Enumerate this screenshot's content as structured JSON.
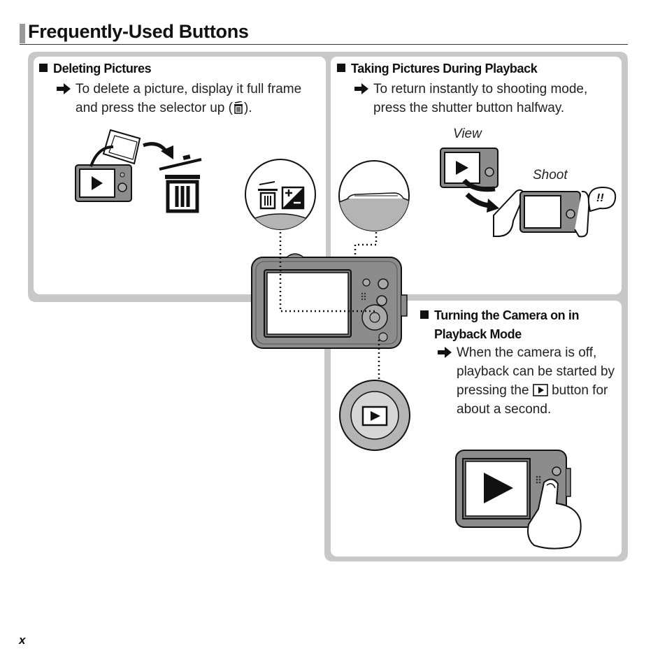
{
  "page": {
    "title": "Frequently-Used Buttons",
    "page_number": "x"
  },
  "sections": {
    "deleting": {
      "heading": "Deleting Pictures",
      "text_before_icon": "To delete a picture, display it full frame and press the selector up (",
      "text_after_icon": ").",
      "icon": "trash-icon"
    },
    "taking": {
      "heading": "Taking Pictures During Playback",
      "text": "To return instantly to shooting mode, press the shutter button halfway.",
      "label_view": "View",
      "label_shoot": "Shoot",
      "exclaim": "!!"
    },
    "turning": {
      "heading_line1": "Turning the Camera on in",
      "heading_line2": "Playback Mode",
      "text_before_icon": "When the camera is off, playback can be started by pressing the",
      "text_after_icon": "button for about a second.",
      "icon": "playback-button-icon"
    }
  },
  "colors": {
    "panel_border": "#c8c8c8",
    "camera_body": "#8c8c8c",
    "callout_gray": "#b4b4b4"
  }
}
